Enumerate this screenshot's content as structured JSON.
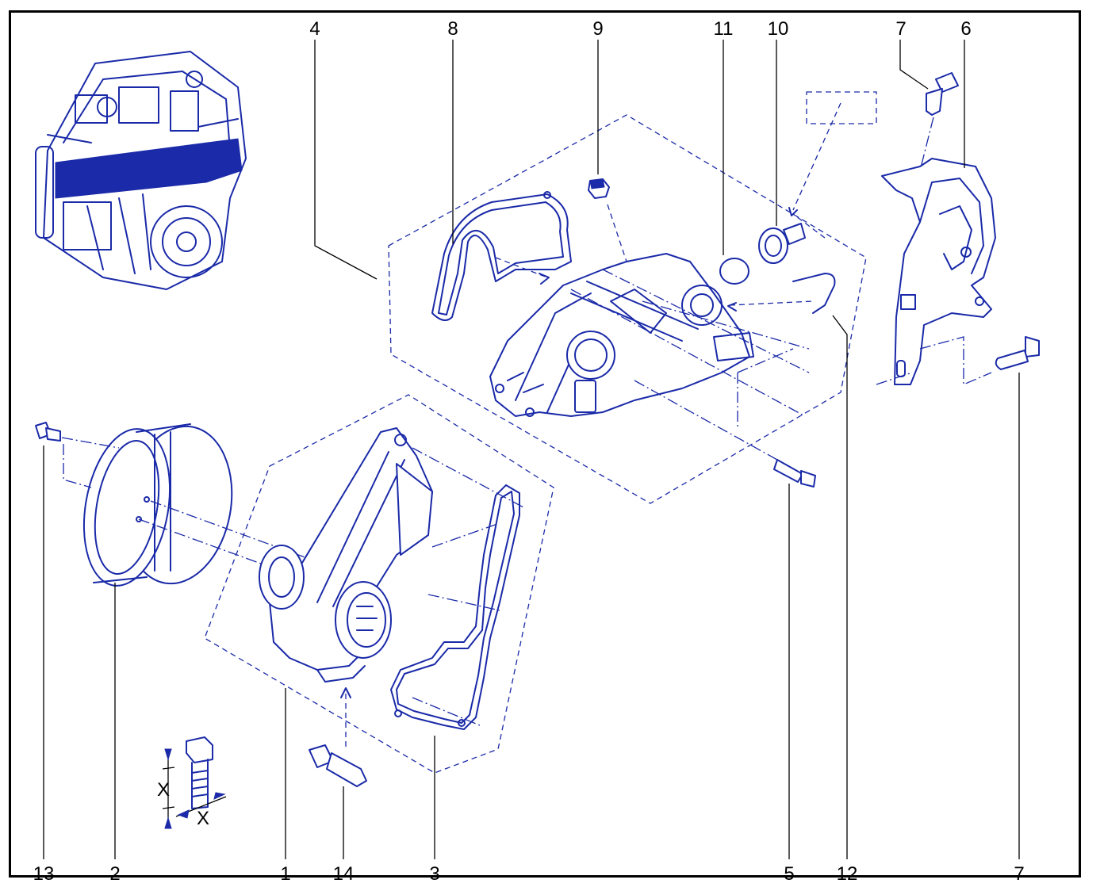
{
  "callouts": [
    "4",
    "8",
    "9",
    "11",
    "10",
    "7",
    "6",
    "13",
    "2",
    "1",
    "14",
    "3",
    "5",
    "12",
    "7"
  ],
  "dimension_marks": {
    "length": "X",
    "width": "X"
  },
  "colors": {
    "line": "#1a2aa8",
    "frame": "#000000",
    "background": "#ffffff"
  }
}
